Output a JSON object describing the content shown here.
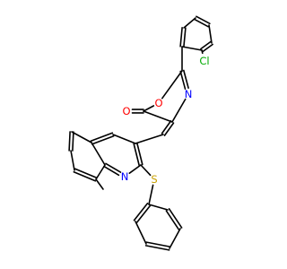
{
  "molecule": {
    "colors": {
      "bond": "#000000",
      "C": "#000000",
      "O": "#ff0000",
      "N": "#0000ff",
      "S": "#c8a000",
      "Cl": "#00aa00"
    },
    "atoms": [
      {
        "id": "cl",
        "label": "Cl",
        "element": "Cl"
      },
      {
        "id": "o1",
        "label": "O",
        "element": "O"
      },
      {
        "id": "n3",
        "label": "N",
        "element": "N"
      },
      {
        "id": "o5",
        "label": "O",
        "element": "O"
      },
      {
        "id": "nq",
        "label": "N",
        "element": "N"
      },
      {
        "id": "s",
        "label": "S",
        "element": "S"
      },
      {
        "id": "c2",
        "element": "C"
      },
      {
        "id": "c4",
        "element": "C"
      },
      {
        "id": "c5",
        "element": "C"
      },
      {
        "id": "cme",
        "element": "C"
      },
      {
        "id": "p1",
        "element": "C"
      },
      {
        "id": "p2",
        "element": "C"
      },
      {
        "id": "p3",
        "element": "C"
      },
      {
        "id": "p4",
        "element": "C"
      },
      {
        "id": "p5",
        "element": "C"
      },
      {
        "id": "p6",
        "element": "C"
      },
      {
        "id": "q2",
        "element": "C"
      },
      {
        "id": "q3",
        "element": "C"
      },
      {
        "id": "q4",
        "element": "C"
      },
      {
        "id": "q4a",
        "element": "C"
      },
      {
        "id": "q5",
        "element": "C"
      },
      {
        "id": "q6",
        "element": "C"
      },
      {
        "id": "q7",
        "element": "C"
      },
      {
        "id": "q8",
        "element": "C"
      },
      {
        "id": "q8a",
        "element": "C"
      },
      {
        "id": "me",
        "element": "C"
      },
      {
        "id": "r1",
        "element": "C"
      },
      {
        "id": "r2",
        "element": "C"
      },
      {
        "id": "r3",
        "element": "C"
      },
      {
        "id": "r4",
        "element": "C"
      },
      {
        "id": "r5",
        "element": "C"
      },
      {
        "id": "r6",
        "element": "C"
      }
    ],
    "bonds": [
      {
        "a": "p1",
        "b": "p2",
        "order": 2
      },
      {
        "a": "p2",
        "b": "p3",
        "order": 1
      },
      {
        "a": "p3",
        "b": "p4",
        "order": 2
      },
      {
        "a": "p4",
        "b": "p5",
        "order": 1
      },
      {
        "a": "p5",
        "b": "p6",
        "order": 2
      },
      {
        "a": "p6",
        "b": "p1",
        "order": 1
      },
      {
        "a": "p6",
        "b": "cl",
        "order": 1
      },
      {
        "a": "p1",
        "b": "c2",
        "order": 1
      },
      {
        "a": "c2",
        "b": "o1",
        "order": 1
      },
      {
        "a": "c2",
        "b": "n3",
        "order": 2
      },
      {
        "a": "n3",
        "b": "c4",
        "order": 1
      },
      {
        "a": "c4",
        "b": "c5",
        "order": 1
      },
      {
        "a": "c5",
        "b": "o1",
        "order": 1
      },
      {
        "a": "c5",
        "b": "o5",
        "order": 2
      },
      {
        "a": "c4",
        "b": "cme",
        "order": 2
      },
      {
        "a": "cme",
        "b": "q3",
        "order": 1
      },
      {
        "a": "q2",
        "b": "q3",
        "order": 2
      },
      {
        "a": "q3",
        "b": "q4",
        "order": 1
      },
      {
        "a": "q4",
        "b": "q4a",
        "order": 2
      },
      {
        "a": "q4a",
        "b": "q8a",
        "order": 1
      },
      {
        "a": "q8a",
        "b": "nq",
        "order": 2
      },
      {
        "a": "nq",
        "b": "q2",
        "order": 1
      },
      {
        "a": "q4a",
        "b": "q5",
        "order": 1
      },
      {
        "a": "q5",
        "b": "q6",
        "order": 2
      },
      {
        "a": "q6",
        "b": "q7",
        "order": 1
      },
      {
        "a": "q7",
        "b": "q8",
        "order": 2
      },
      {
        "a": "q8",
        "b": "q8a",
        "order": 1
      },
      {
        "a": "q8",
        "b": "me",
        "order": 1
      },
      {
        "a": "q2",
        "b": "s",
        "order": 1
      },
      {
        "a": "s",
        "b": "r1",
        "order": 1
      },
      {
        "a": "r1",
        "b": "r2",
        "order": 2
      },
      {
        "a": "r2",
        "b": "r3",
        "order": 1
      },
      {
        "a": "r3",
        "b": "r4",
        "order": 2
      },
      {
        "a": "r4",
        "b": "r5",
        "order": 1
      },
      {
        "a": "r5",
        "b": "r6",
        "order": 2
      },
      {
        "a": "r6",
        "b": "r1",
        "order": 1
      }
    ]
  }
}
